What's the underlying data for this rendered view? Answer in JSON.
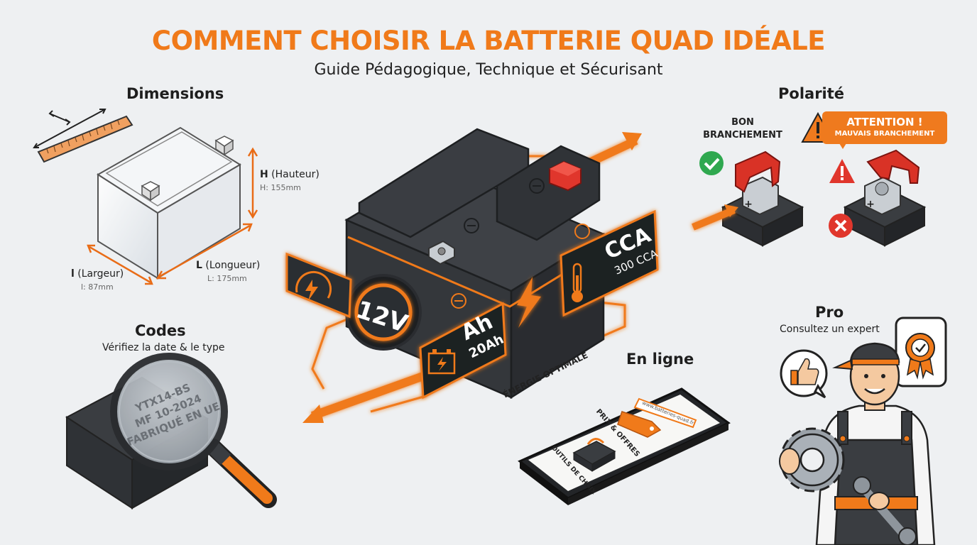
{
  "header": {
    "title": "COMMENT CHOISIR LA BATTERIE QUAD IDÉALE",
    "subtitle": "Guide Pédagogique, Technique et Sécurisant"
  },
  "dimensions": {
    "title": "Dimensions",
    "height_label": "H",
    "height_name": "(Hauteur)",
    "height_value": "H: 155mm",
    "length_label": "L",
    "length_name": "(Longueur)",
    "length_value": "L: 175mm",
    "width_label": "l",
    "width_name": "(Largeur)",
    "width_value": "l: 87mm"
  },
  "codes": {
    "title": "Codes",
    "subtitle": "Vérifiez la date & le type",
    "lens_lines": [
      "YTX14-BS",
      "MF 10-2024",
      "FABRIQUÉ EN UE"
    ]
  },
  "battery": {
    "voltage": "12V",
    "capacity_unit": "Ah",
    "capacity_value": "20Ah",
    "cca_label": "CCA",
    "cca_value": "300 CCA",
    "energy_label": "ÉNERGIE OPTIMALE",
    "minus_sign": "⊖",
    "plus_sign": "⊕"
  },
  "polarity": {
    "title": "Polarité",
    "good_line1": "BON",
    "good_line2": "BRANCHEMENT",
    "warn_title": "ATTENTION !",
    "warn_sub": "MAUVAIS BRANCHEMENT",
    "plus": "+"
  },
  "online": {
    "title": "En ligne",
    "tag_text": "PRIX & OFFRES",
    "tools_text": "OUTILS DE CHOIX",
    "url_text": "www.batteries-quad.fr"
  },
  "pro": {
    "title": "Pro",
    "subtitle": "Consultez un expert"
  },
  "colors": {
    "accent": "#f07a1a",
    "dark": "#2f3236",
    "good": "#2fa84f",
    "bad": "#e0362c"
  }
}
